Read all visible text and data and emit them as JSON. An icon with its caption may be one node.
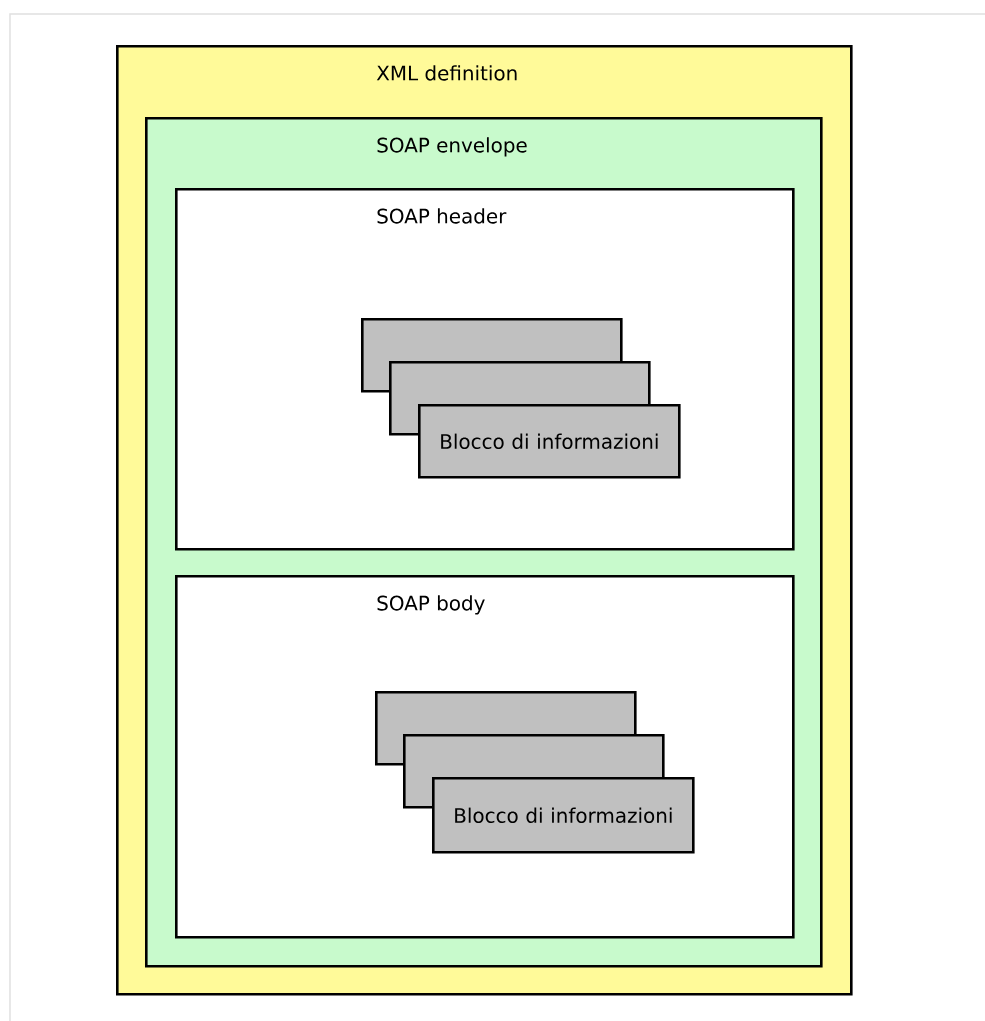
{
  "diagram": {
    "nodes": [
      {
        "text": [
          "XML definition"
        ]
      },
      {
        "text": [
          "SOAP envelope"
        ],
        "in": 0
      },
      {
        "text": [
          "SOAP header"
        ],
        "in": 1
      },
      {
        "text": [],
        "shape": "box",
        "in": 2
      },
      {
        "text": [],
        "shape": "box",
        "in": 2
      },
      {
        "text": [
          "Blocco di informazioni"
        ],
        "in": 2
      },
      {
        "text": [
          "SOAP body"
        ],
        "in": 1
      },
      {
        "text": [],
        "shape": "box",
        "in": 6
      },
      {
        "text": [],
        "shape": "box",
        "in": 6
      },
      {
        "text": [
          "Blocco di informazioni"
        ],
        "in": 6
      }
    ]
  }
}
